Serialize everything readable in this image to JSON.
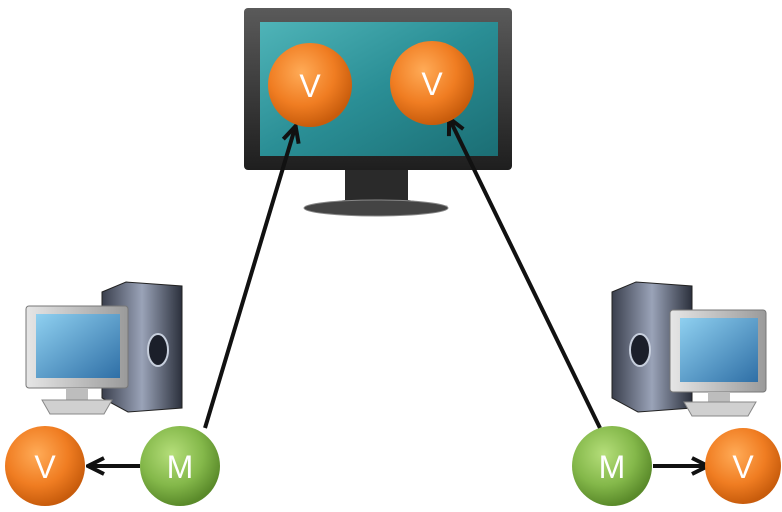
{
  "colors": {
    "view_node": "#f07d22",
    "model_node": "#7cb342",
    "arrow": "#111111",
    "screen": "#2a8e95"
  },
  "nodes": {
    "display_view_left": {
      "label": "V",
      "kind": "view"
    },
    "display_view_right": {
      "label": "V",
      "kind": "view"
    },
    "left_model": {
      "label": "M",
      "kind": "model"
    },
    "left_view": {
      "label": "V",
      "kind": "view"
    },
    "right_model": {
      "label": "M",
      "kind": "model"
    },
    "right_view": {
      "label": "V",
      "kind": "view"
    }
  },
  "icons": [
    "large-monitor-icon",
    "left-desktop-computer-icon",
    "right-desktop-computer-icon"
  ],
  "edges": [
    {
      "from": "left_model",
      "to": "display_view_left"
    },
    {
      "from": "right_model",
      "to": "display_view_right"
    },
    {
      "from": "left_model",
      "to": "left_view"
    },
    {
      "from": "right_model",
      "to": "right_view"
    }
  ]
}
